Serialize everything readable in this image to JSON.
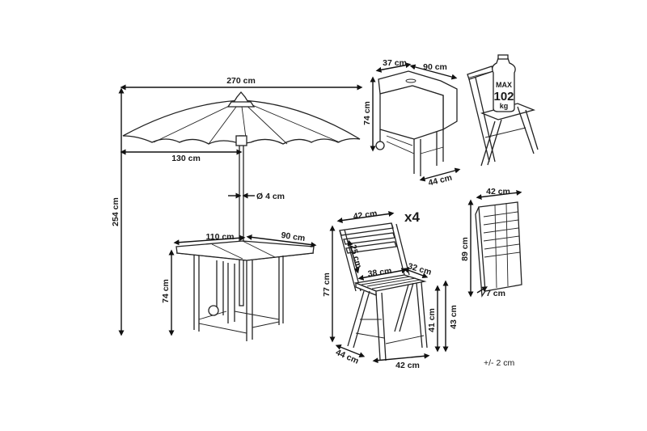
{
  "umbrella": {
    "width_label": "270 cm",
    "half_width_label": "130 cm",
    "pole_label": "Ø 4 cm",
    "height_label": "254 cm"
  },
  "table": {
    "length_label": "110 cm",
    "depth_label": "90 cm",
    "height_label": "74 cm"
  },
  "folded_table": {
    "leaf_label": "37 cm",
    "depth_label": "90 cm",
    "height_label": "74 cm",
    "base_label": "44 cm"
  },
  "weight_badge": {
    "max_label": "MAX",
    "weight_value": "102",
    "unit_label": "kg"
  },
  "chair": {
    "quantity_label": "x4",
    "back_width_label": "42 cm",
    "back_height_label": "25 cm",
    "seat_depth_label": "38 cm",
    "seat_width_label": "32 cm",
    "height_label": "77 cm",
    "seat_height_label": "41 cm",
    "arm_height_label": "43 cm",
    "depth_label": "44 cm",
    "base_width_label": "42 cm"
  },
  "folded_chair": {
    "width_label": "42 cm",
    "height_label": "89 cm",
    "thickness_label": "7 cm"
  },
  "tolerance_label": "+/- 2 cm"
}
